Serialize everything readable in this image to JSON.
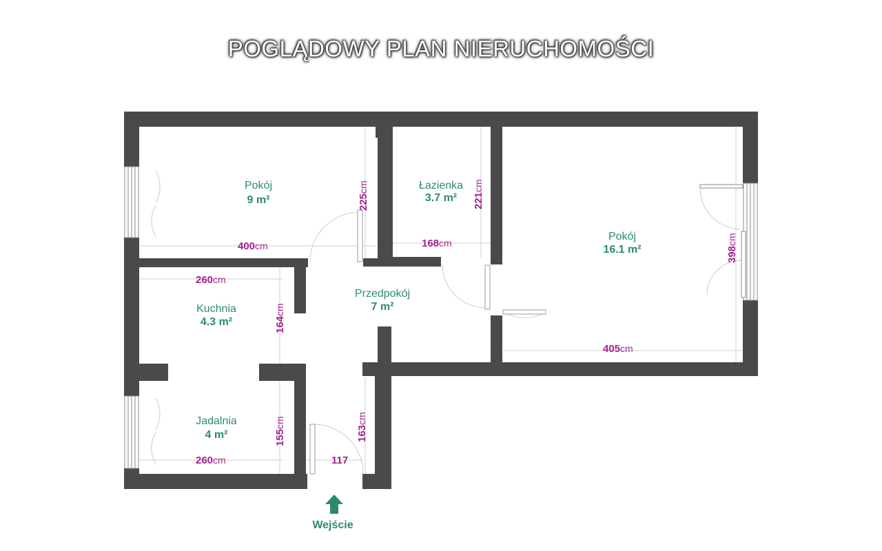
{
  "title": "POGLĄDOWY PLAN NIERUCHOMOŚCI",
  "colors": {
    "wall": "#4a4a4a",
    "room_label": "#2e8b6a",
    "dimension": "#a3208f",
    "dim_line": "#c8c8c8"
  },
  "rooms": [
    {
      "id": "pokoj-small",
      "name": "Pokój",
      "area": "9 m²"
    },
    {
      "id": "lazienka",
      "name": "Łazienka",
      "area": "3.7 m²"
    },
    {
      "id": "pokoj-large",
      "name": "Pokój",
      "area": "16.1 m²"
    },
    {
      "id": "przedpokoj",
      "name": "Przedpokój",
      "area": "7 m²"
    },
    {
      "id": "kuchnia",
      "name": "Kuchnia",
      "area": "4.3 m²"
    },
    {
      "id": "jadalnia",
      "name": "Jadalnia",
      "area": "4 m²"
    }
  ],
  "dimensions": [
    {
      "id": "pokoj-small-width",
      "value": "400",
      "unit": "cm"
    },
    {
      "id": "pokoj-small-height",
      "value": "225",
      "unit": "cm"
    },
    {
      "id": "lazienka-width",
      "value": "168",
      "unit": "cm"
    },
    {
      "id": "lazienka-height",
      "value": "221",
      "unit": "cm"
    },
    {
      "id": "pokoj-large-height",
      "value": "398",
      "unit": "cm"
    },
    {
      "id": "pokoj-large-width",
      "value": "405",
      "unit": "cm"
    },
    {
      "id": "kuchnia-width",
      "value": "260",
      "unit": "cm"
    },
    {
      "id": "kuchnia-height",
      "value": "164",
      "unit": "cm"
    },
    {
      "id": "jadalnia-width",
      "value": "260",
      "unit": "cm"
    },
    {
      "id": "jadalnia-height",
      "value": "155",
      "unit": "cm"
    },
    {
      "id": "corridor-width",
      "value": "117",
      "unit": ""
    },
    {
      "id": "corridor-height",
      "value": "163",
      "unit": "cm"
    }
  ],
  "entrance": {
    "label": "Wejście",
    "icon": "arrow-up-icon"
  }
}
